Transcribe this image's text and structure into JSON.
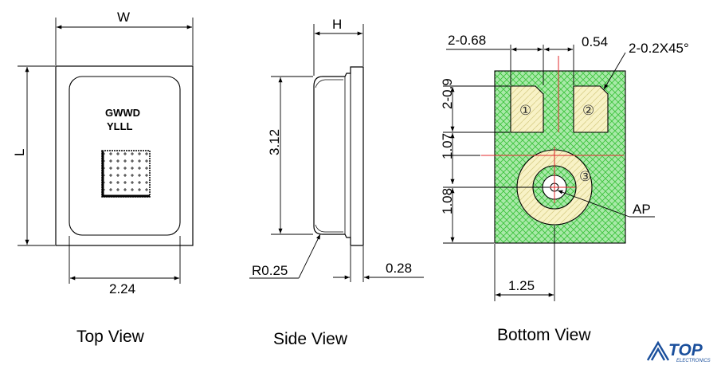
{
  "top_view": {
    "caption": "Top View",
    "dim_width_label": "W",
    "dim_length_label": "L",
    "dim_inner_width": "2.24",
    "marking_line1": "GWWD",
    "marking_line2": "YLLL"
  },
  "side_view": {
    "caption": "Side View",
    "dim_height_label": "H",
    "dim_body_height": "3.12",
    "dim_radius": "R0.25",
    "dim_base_thickness": "0.28"
  },
  "bottom_view": {
    "caption": "Bottom View",
    "dim_pad_width": "2-0.68",
    "dim_pad_gap": "0.54",
    "dim_chamfer": "2-0.2X45°",
    "dim_pad_height": "2-0.9",
    "dim_pad_to_center": "1.07",
    "dim_center_to_edge_y": "1.08",
    "dim_center_to_edge_x": "1.25",
    "acoustic_port_label": "AP",
    "pin_labels": [
      "①",
      "②",
      "③"
    ]
  },
  "colors": {
    "pad_hatch_green": "#3ec43e",
    "pad_fill_yellow": "#f8f2c6",
    "centerline_red": "#e0282d",
    "logo_blue": "#1a4f9c"
  },
  "logo": {
    "brand": "TOP",
    "sub": "ELECTRONICS"
  }
}
